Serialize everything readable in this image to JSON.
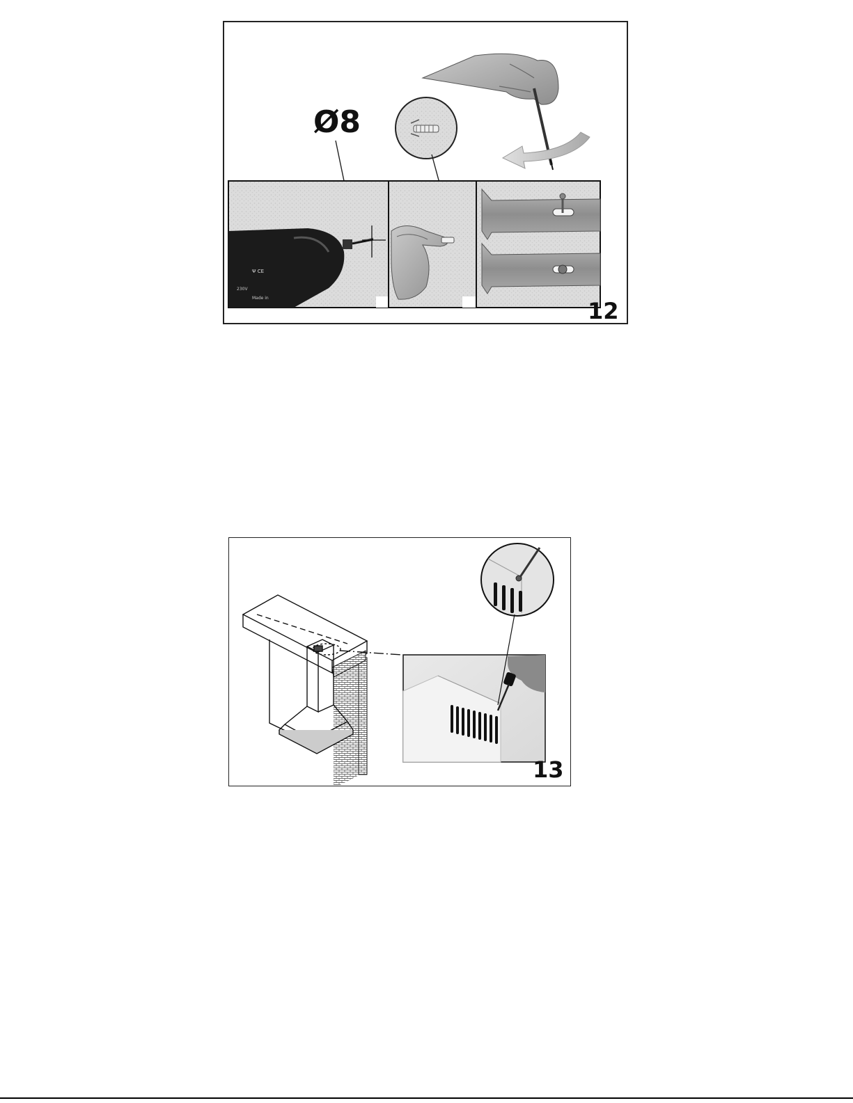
{
  "figures": [
    {
      "number": "12",
      "drill_size_label": "Ø8"
    },
    {
      "number": "13"
    }
  ],
  "drill_markings": {
    "line1": "Ψ CE",
    "line2": "Made in",
    "line3": "230V"
  }
}
